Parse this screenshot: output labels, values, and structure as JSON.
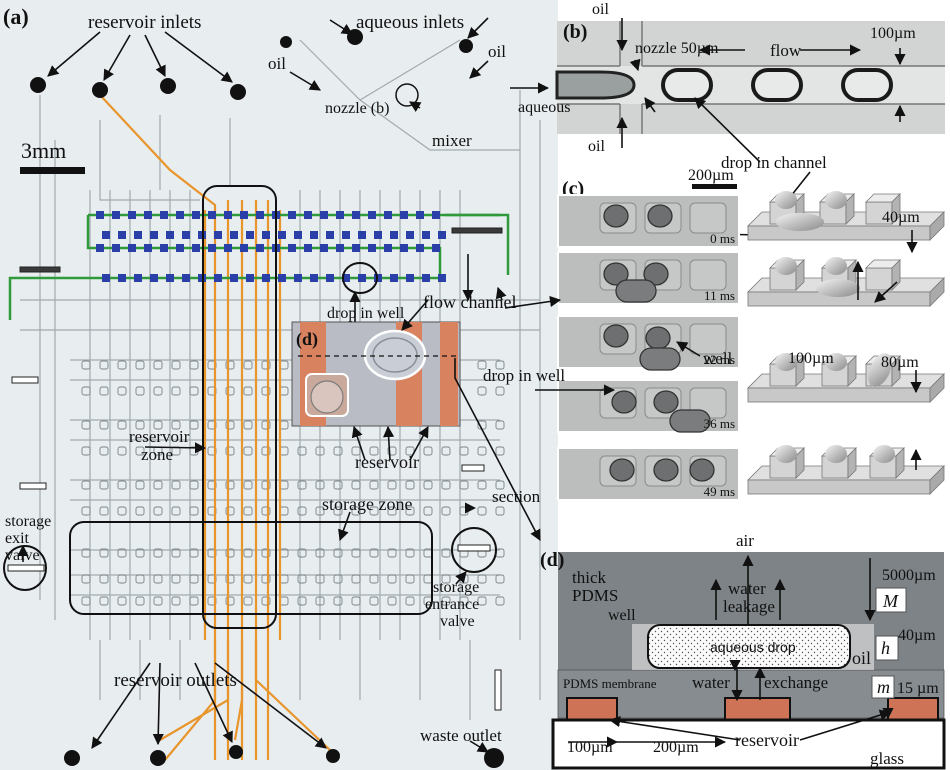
{
  "panel_a": {
    "tag": "(a)",
    "reservoir_inlets": "reservoir inlets",
    "aqueous_inlets": "aqueous inlets",
    "oil_left": "oil",
    "oil_right": "oil",
    "nozzle": "nozzle (b)",
    "mixer": "mixer",
    "scale": "3mm",
    "drop_in_well": "drop in well",
    "flow_channel": "flow channel",
    "reservoir_zone_1": "reservoir",
    "reservoir_zone_2": "zone",
    "reservoir": "reservoir",
    "storage_zone": "storage zone",
    "section": "section",
    "storage_exit_1": "storage",
    "storage_exit_2": "exit",
    "storage_exit_3": "valve",
    "storage_entrance_1": "storage",
    "storage_entrance_2": "entrance",
    "storage_entrance_3": "valve",
    "reservoir_outlets": "reservoir outlets",
    "waste_outlet": "waste outlet"
  },
  "inset_d": {
    "tag": "(d)"
  },
  "panel_b": {
    "tag": "(b)",
    "oil_top": "oil",
    "oil_bottom": "oil",
    "nozzle": "nozzle 50µm",
    "flow": "flow",
    "width": "100µm",
    "aqueous": "aqueous",
    "drop_in_channel": "drop in channel"
  },
  "panel_c": {
    "tag": "(c)",
    "scale": "200µm",
    "times": [
      "0 ms",
      "11 ms",
      "22 ms",
      "36 ms",
      "49 ms"
    ],
    "well": "well",
    "drop_in_well": "drop in well",
    "dim_40": "40µm",
    "dim_100": "100µm",
    "dim_80": "80µm"
  },
  "panel_d": {
    "tag": "(d)",
    "air": "air",
    "thick_1": "thick",
    "thick_2": "PDMS",
    "water_1": "water",
    "water_2": "leakage",
    "dim_5000": "5000µm",
    "M": "M",
    "well": "well",
    "aqueous_drop": "aqueous drop",
    "h": "h",
    "dim_40": "40µm",
    "oil": "oil",
    "pdms_membrane": "PDMS membrane",
    "water": "water",
    "exchange": "exchange",
    "m": "m",
    "dim_15": "15 µm",
    "dim_100": "100µm",
    "dim_200": "200µm",
    "reservoir": "reservoir",
    "glass": "glass"
  },
  "colors": {
    "orange": "#e8952c",
    "blue": "#2a3fa8",
    "green": "#2f9a3a",
    "pdms_gray": "#7d8387",
    "reservoir_red": "#cf7356"
  }
}
